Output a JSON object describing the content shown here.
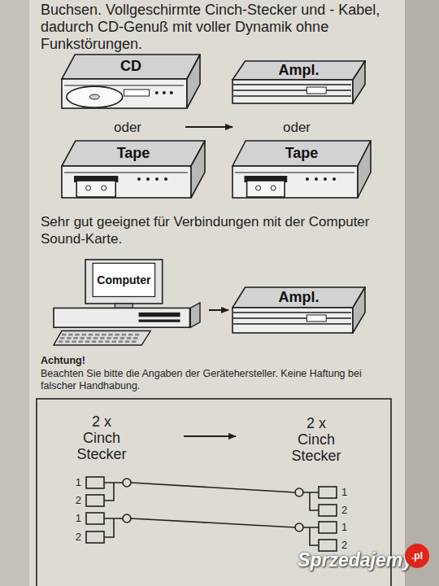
{
  "diagram": {
    "nodes": [
      {
        "text": [
          "CD"
        ]
      },
      {
        "text": [
          "Ampl."
        ]
      },
      {
        "text": [
          "Tape"
        ]
      },
      {
        "text": [
          "Tape"
        ]
      },
      {
        "text": [
          "Computer"
        ]
      },
      {
        "text": [
          "Ampl."
        ]
      }
    ],
    "edges": [
      {
        "from": 4,
        "to": 5,
        "arrow": "to"
      }
    ],
    "labels": [
      "Buchsen. Vollgeschirmte Cinch-Stecker und - Kabel, dadurch CD-Genuß mit voller Dynamik ohne Funkstörungen.",
      "oder",
      "oder",
      "Sehr gut geeignet für Verbindungen mit der Computer Sound-Karte.",
      "Achtung!",
      "Beachten Sie bitte die Angaben der Gerätehersteller. Keine Haftung bei falscher Handhabung.",
      "2 x Cinch Stecker",
      "2 x Cinch Stecker",
      "1",
      "2",
      "1",
      "2",
      "1",
      "2",
      "1",
      "2",
      "Sprzedajemy",
      ".pl"
    ]
  }
}
